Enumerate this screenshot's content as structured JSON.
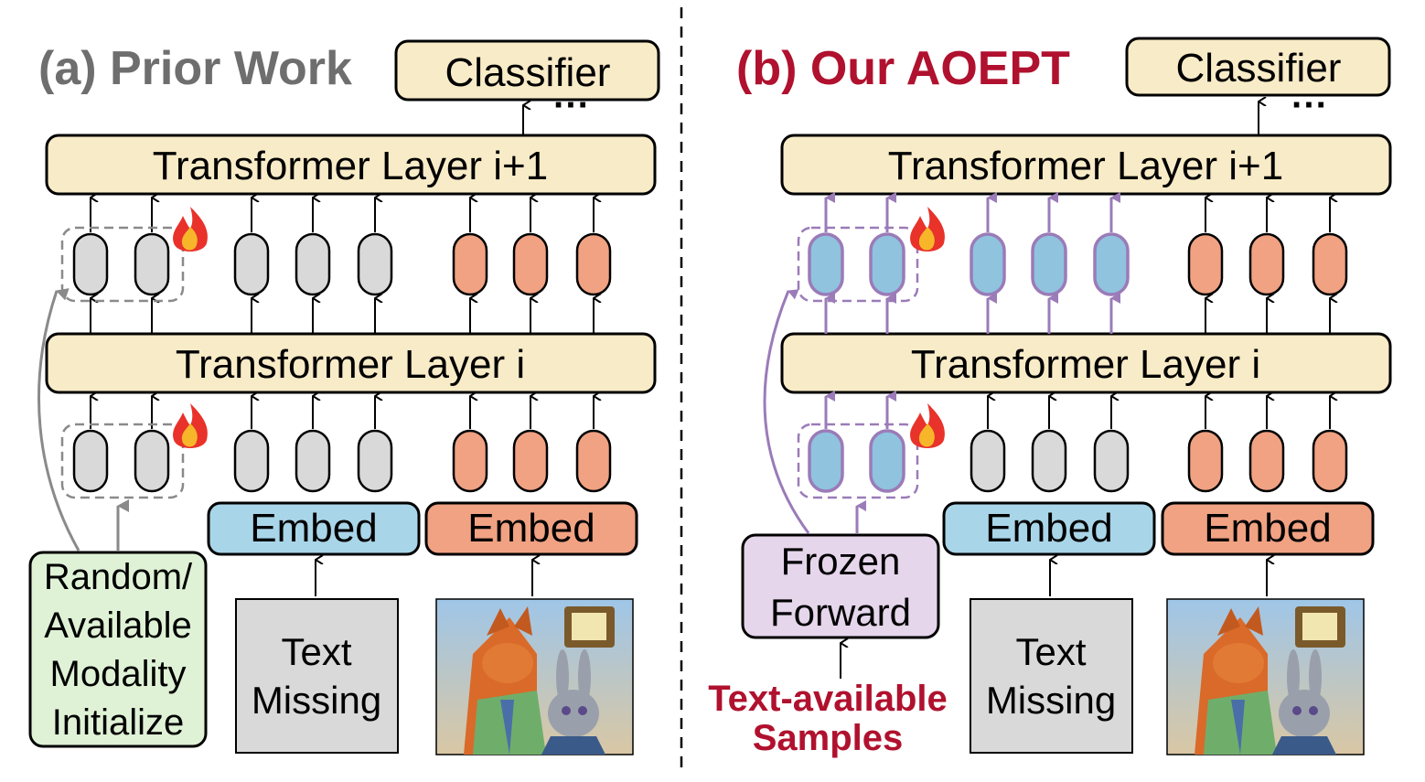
{
  "panel_a": {
    "title": "(a) Prior Work",
    "classifier": "Classifier",
    "dots": "···",
    "layer_top": "Transformer Layer i+1",
    "layer_bottom": "Transformer Layer i",
    "embed_text": "Embed",
    "embed_image": "Embed",
    "text_missing": [
      "Text",
      "Missing"
    ],
    "init_box": [
      "Random/",
      "Available",
      "Modality",
      "Initialize"
    ]
  },
  "panel_b": {
    "title": "(b) Our AOEPT",
    "classifier": "Classifier",
    "dots": "···",
    "layer_top": "Transformer Layer i+1",
    "layer_bottom": "Transformer Layer i",
    "embed_text": "Embed",
    "embed_image": "Embed",
    "text_missing": [
      "Text",
      "Missing"
    ],
    "frozen_box": [
      "Frozen",
      "Forward"
    ],
    "samples_label": [
      "Text-available",
      "Samples"
    ]
  },
  "icons": {
    "trainable": "fire-icon",
    "image": "movie-still-image"
  },
  "colors": {
    "title_a": "#6e6e6e",
    "title_b": "#b0112e",
    "layer_fill": "#f8ebc7",
    "text_token": "#d9d9d9",
    "image_token": "#f0a283",
    "prompt_token_b": "#8fc3de",
    "prompt_outline_b": "#9b7bb8",
    "embed_text_fill": "#a9d5e8",
    "embed_image_fill": "#f0a283",
    "init_fill": "#dff2d6",
    "frozen_fill": "#e6d6ec",
    "missing_fill": "#d9d9d9"
  }
}
